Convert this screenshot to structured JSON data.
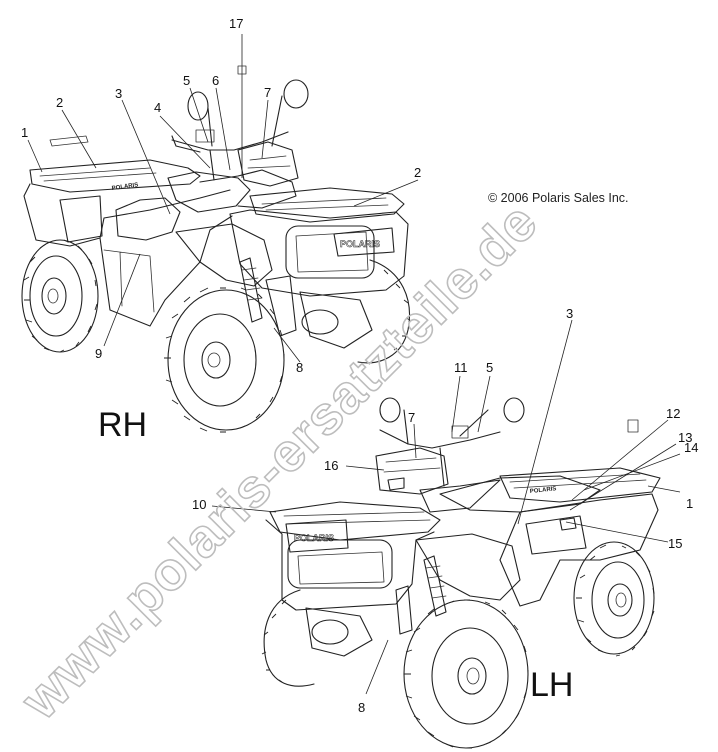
{
  "copyright": "© 2006 Polaris Sales Inc.",
  "watermark": "www.polaris-ersatzteile.de",
  "views": {
    "rh": {
      "label": "RH",
      "brand_badge": "POLARIS",
      "tank_badge": "POLARIS"
    },
    "lh": {
      "label": "LH",
      "brand_badge": "POLARIS",
      "tank_badge": "POLARIS"
    }
  },
  "callouts_rh": [
    "17",
    "2",
    "3",
    "5",
    "6",
    "4",
    "7",
    "1",
    "2",
    "9",
    "8"
  ],
  "callouts_lh": [
    "3",
    "11",
    "5",
    "7",
    "12",
    "13",
    "14",
    "16",
    "1",
    "10",
    "15",
    "8"
  ]
}
